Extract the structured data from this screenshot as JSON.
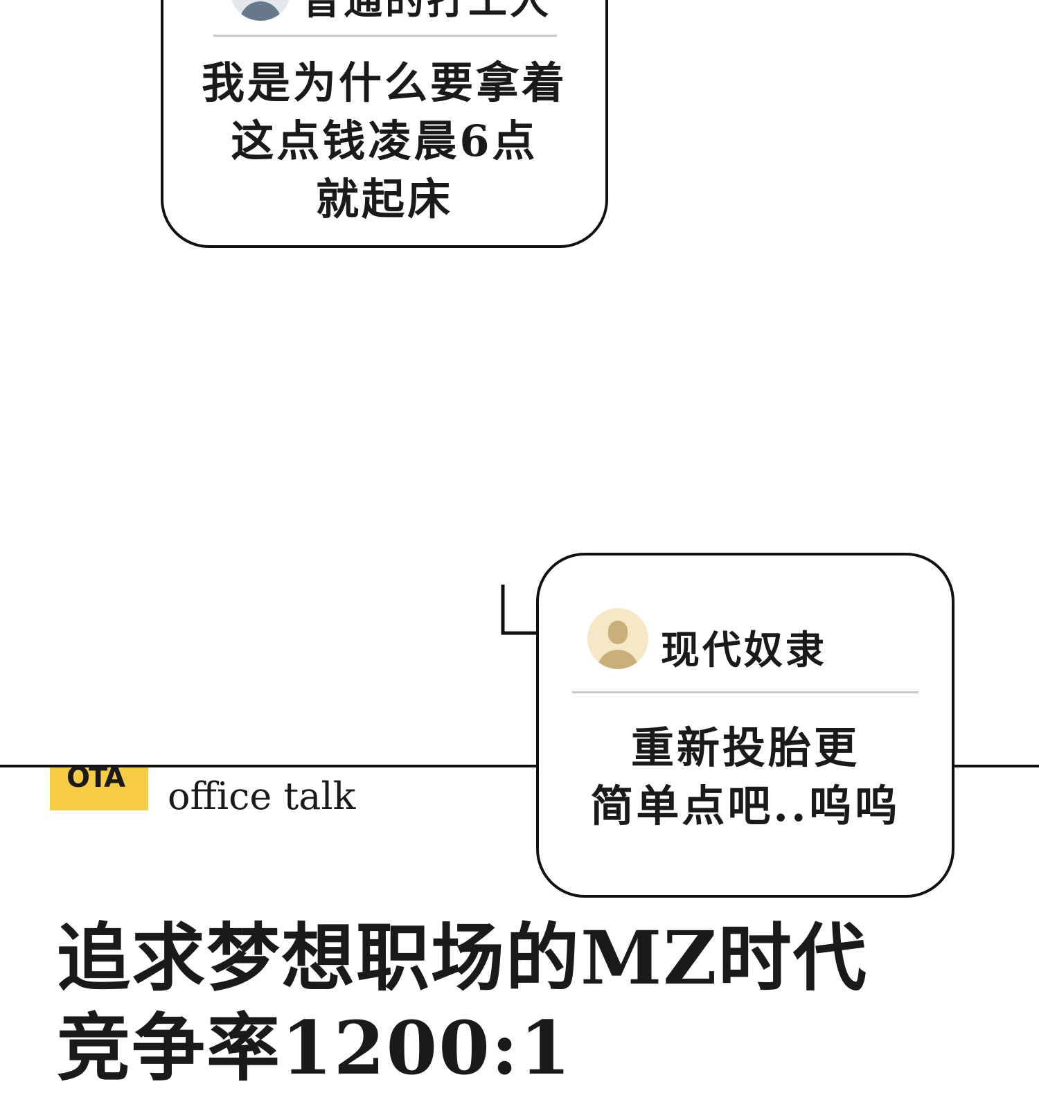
{
  "comment_1": {
    "username": "普通的打工人",
    "message_lines": [
      "我是为什么要拿着",
      "这点钱凌晨6点",
      "就起床"
    ]
  },
  "comment_2": {
    "username": "现代奴隶",
    "message_lines": [
      "重新投胎更",
      "简单点吧..呜呜"
    ]
  },
  "footer": {
    "badge": "OTA",
    "brand": "office talk",
    "headline_lines": [
      "追求梦想职场的MZ时代",
      "竞争率1200:1"
    ]
  }
}
